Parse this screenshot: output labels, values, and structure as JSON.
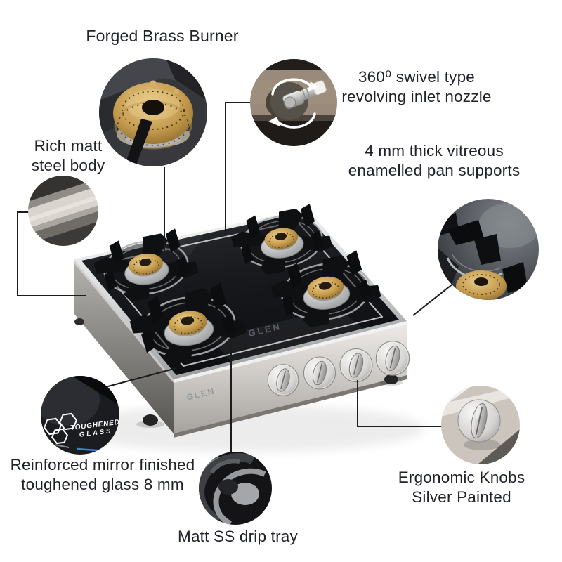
{
  "background_color": "#ffffff",
  "brand": {
    "glass_logo": "GLEN",
    "panel_logo": "GLEN"
  },
  "callouts": {
    "forged_brass_burner": {
      "title": "Forged Brass Burner"
    },
    "swivel_nozzle": {
      "line1": "360⁰ swivel type",
      "line2": "revolving inlet nozzle"
    },
    "steel_body": {
      "line1": "Rich matt",
      "line2": "steel body"
    },
    "pan_supports": {
      "line1": "4 mm thick vitreous",
      "line2": "enamelled pan supports"
    },
    "toughened_glass": {
      "line1": "Reinforced mirror finished",
      "line2": "toughened glass 8 mm",
      "badge_line1": "TOUGHENED",
      "badge_line2": "GLASS"
    },
    "drip_tray": {
      "title": "Matt SS drip tray"
    },
    "knobs": {
      "line1": "Ergonomic Knobs",
      "line2": "Silver Painted"
    }
  },
  "icons": {
    "nozzle_rotation": "curved-rotation-arrows",
    "toughened_glass_badge": "hexagon-cluster"
  },
  "stove": {
    "burner_count": 4,
    "knob_count": 4
  },
  "colors": {
    "label_text": "#20222a",
    "leader_line": "#1c1c1c",
    "brass": "#c49a4e",
    "steel_silver": "#c9c7c3",
    "glass_black": "#17181c",
    "knob_silver": "#d8d7d5",
    "badge_text": "#ffffff",
    "glass_glint_blue": "#3b86d8"
  }
}
